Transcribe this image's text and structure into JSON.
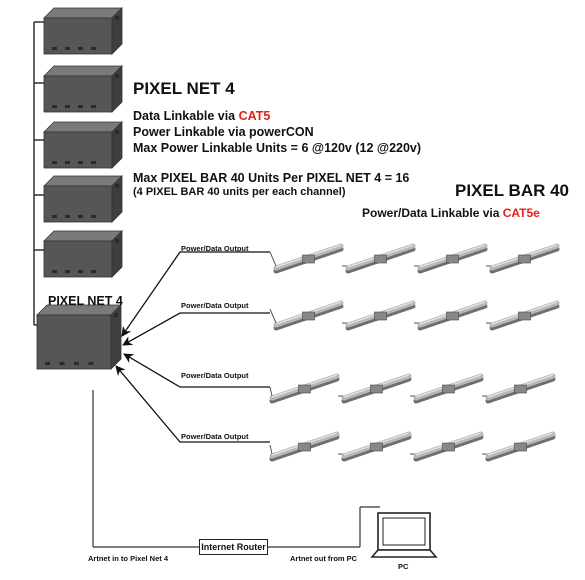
{
  "pixel_net": {
    "title": "PIXEL NET 4",
    "spec_1_prefix": "Data Linkable via ",
    "spec_1_highlight": "CAT5",
    "spec_2": "Power Linkable via powerCON",
    "spec_3": "Max Power Linkable Units = 6 @120v (12 @220v)",
    "spec_4": "Max PIXEL BAR 40 Units Per PIXEL NET 4 = 16",
    "spec_5": "(4 PIXEL BAR 40 units per each channel)",
    "device_label": "PIXEL NET 4"
  },
  "pixel_bar": {
    "title": "PIXEL BAR 40",
    "subtitle_prefix": "Power/Data Linkable via ",
    "subtitle_highlight": "CAT5e"
  },
  "outputs": [
    {
      "label": "Power/Data Output"
    },
    {
      "label": "Power/Data Output"
    },
    {
      "label": "Power/Data Output"
    },
    {
      "label": "Power/Data Output"
    }
  ],
  "network": {
    "router": "Internet Router",
    "artnet_in": "Artnet in to Pixel Net 4",
    "artnet_out": "Artnet out from PC",
    "pc": "PC"
  },
  "colors": {
    "highlight": "#e0201b",
    "device": "#565656",
    "bar": "#b8b8b8"
  }
}
